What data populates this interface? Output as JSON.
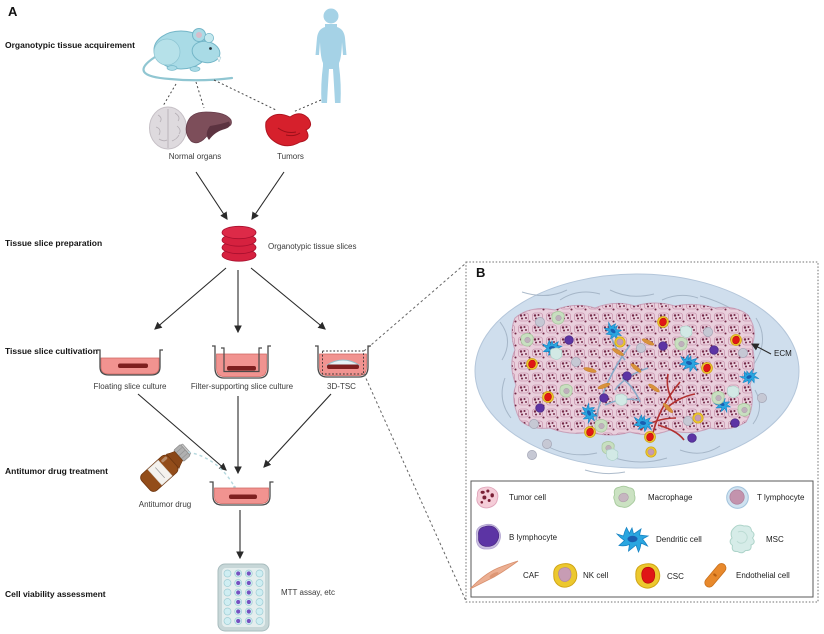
{
  "figure": {
    "panel_a_label": "A",
    "panel_b_label": "B"
  },
  "stages": [
    {
      "label": "Organotypic tissue acquirement"
    },
    {
      "label": "Tissue slice preparation"
    },
    {
      "label": "Tissue slice cultivation"
    },
    {
      "label": "Antitumor drug treatment"
    },
    {
      "label": "Cell viability assessment"
    }
  ],
  "acquirement": {
    "normal_organs_label": "Normal organs",
    "tumors_label": "Tumors"
  },
  "preparation": {
    "slices_label": "Organotypic tissue slices"
  },
  "cultivation": {
    "floating_label": "Floating slice culture",
    "filter_label": "Filter-supporting slice culture",
    "tsc_label": "3D-TSC"
  },
  "treatment": {
    "drug_label": "Antitumor drug"
  },
  "assessment": {
    "assay_label": "MTT assay, etc"
  },
  "panel_b": {
    "ecm_label": "ECM",
    "legend": [
      {
        "name": "Tumor cell"
      },
      {
        "name": "Macrophage"
      },
      {
        "name": "T lymphocyte"
      },
      {
        "name": "B lymphocyte"
      },
      {
        "name": "Dendritic cell"
      },
      {
        "name": "MSC"
      },
      {
        "name": "CAF"
      },
      {
        "name": "NK cell"
      },
      {
        "name": "CSC"
      },
      {
        "name": "Endothelial cell"
      }
    ]
  },
  "colors": {
    "animal_blue": "#a9dbe6",
    "tumor_red": "#d6202c",
    "slice_crimson": "#d6213f",
    "dish_liquid_pink": "#f19390",
    "slice_dark_red": "#7e1f1f",
    "ellipse_blue": "#cfdeed",
    "tissue_pink": "#e9cfdc",
    "dendritic_blue": "#2aa6e0",
    "b_lymphocyte_purple": "#5c34a4",
    "nk_yellow": "#ecc82e",
    "csc_red": "#e01616",
    "macrophage_green": "#c8dfc0",
    "t_lymphocyte_gray": "#c6c8d4",
    "msc_teal": "#d2e9e5",
    "caf_salmon": "#ecaf92",
    "endothelial_orange": "#e8892c"
  }
}
